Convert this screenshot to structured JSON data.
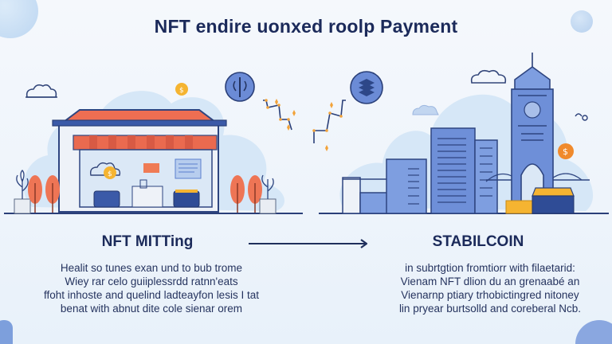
{
  "header": {
    "title": "NFT endire uonxed roolp Payment"
  },
  "left_panel": {
    "title": "NFT MITTing",
    "description_lines": [
      "Healit so tunes exan und to bub trome",
      "Wiey rar celo guiiplessrdd ratnn'eats",
      "ffoht inhoste and quelind ladteayfon lesis I tat",
      "benat with abnut dite cole sienar orem"
    ],
    "illustration": "storefront-shop"
  },
  "right_panel": {
    "title": "STABILCOIN",
    "description_lines": [
      "in subrtgtion fromtiorr with filaetarid:",
      "Vienam NFT dlion du an grenaabé an",
      "Vienarnp ptiary trhobictingred nitoney",
      "lin pryear burtsolld and coreberal Ncb."
    ],
    "illustration": "city-buildings-tower"
  },
  "flow": {
    "arrow": "right-arrow-icon"
  },
  "colors": {
    "title_text": "#1b2a5a",
    "accent_blue": "#5b7fcf",
    "accent_orange": "#ef7b55",
    "coin_gold": "#f5b431",
    "background": "#f2f6fb",
    "cloud_blob": "#d5e6f7"
  }
}
